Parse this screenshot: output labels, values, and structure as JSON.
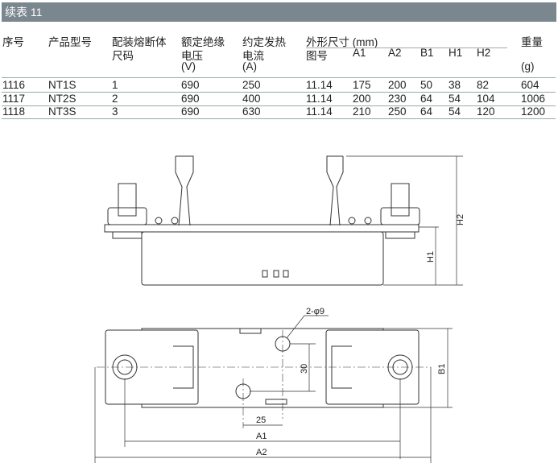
{
  "title": "续表 11",
  "table": {
    "headers": {
      "seq": [
        "序号"
      ],
      "model": [
        "产品型号"
      ],
      "fuse_size": [
        "配装熔断体",
        "尺码"
      ],
      "voltage": [
        "额定绝缘",
        "电压",
        "(V)"
      ],
      "current": [
        "约定发热",
        "电流",
        "(A)"
      ],
      "dims_group": "外形尺寸 (mm)",
      "dims": [
        "图号",
        "A1",
        "A2",
        "B1",
        "H1",
        "H2"
      ],
      "weight": [
        "重量",
        "(g)"
      ]
    },
    "rows": [
      [
        "1116",
        "NT1S",
        "1",
        "690",
        "250",
        "11.14",
        "175",
        "200",
        "50",
        "38",
        "82",
        "604"
      ],
      [
        "1117",
        "NT2S",
        "2",
        "690",
        "400",
        "11.14",
        "200",
        "230",
        "64",
        "54",
        "104",
        "1006"
      ],
      [
        "1118",
        "NT3S",
        "3",
        "690",
        "630",
        "11.14",
        "210",
        "250",
        "64",
        "54",
        "120",
        "1200"
      ]
    ]
  },
  "drawing": {
    "labels": {
      "h2": "H2",
      "h1": "H1",
      "b1": "B1",
      "a1": "A1",
      "a2": "A2",
      "d25": "25",
      "d30": "30",
      "holes": "2-φ9"
    }
  }
}
